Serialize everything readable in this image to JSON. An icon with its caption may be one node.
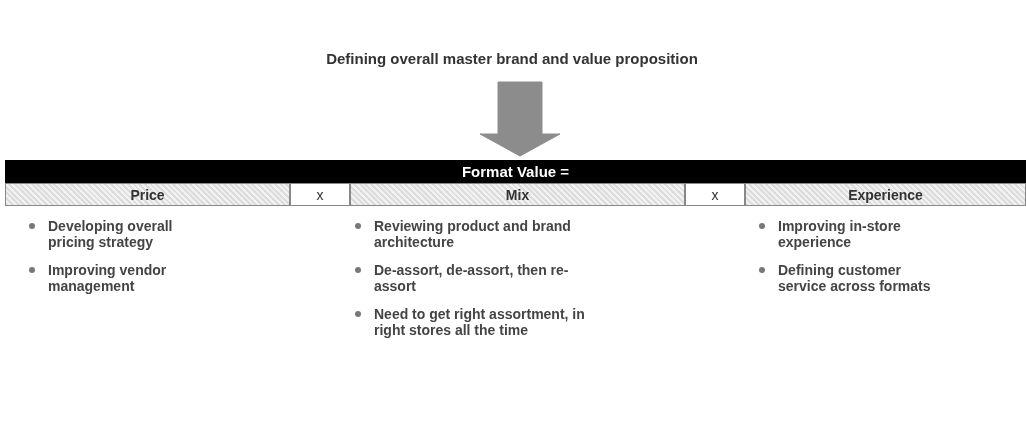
{
  "diagram": {
    "nodes": [
      {
        "text": [
          "Defining overall master brand and value proposition"
        ]
      },
      {
        "text": [
          "Format Value ="
        ]
      },
      {
        "text": [
          "Price"
        ]
      },
      {
        "text": [
          "x"
        ]
      },
      {
        "text": [
          "Mix"
        ]
      },
      {
        "text": [
          "x"
        ]
      },
      {
        "text": [
          "Experience"
        ]
      }
    ],
    "edges": [
      {
        "from": 0,
        "to": 1,
        "arrow": "to",
        "style": "thick",
        "color": "#8c8c8c"
      }
    ],
    "labels": [
      "Developing overall pricing strategy",
      "Improving vendor management",
      "Reviewing product and brand architecture",
      "De-assort, de-assort, then re-assort",
      "Need to get right assortment, in right stores all the time",
      "Improving in-store experience",
      "Defining customer service across formats"
    ]
  }
}
